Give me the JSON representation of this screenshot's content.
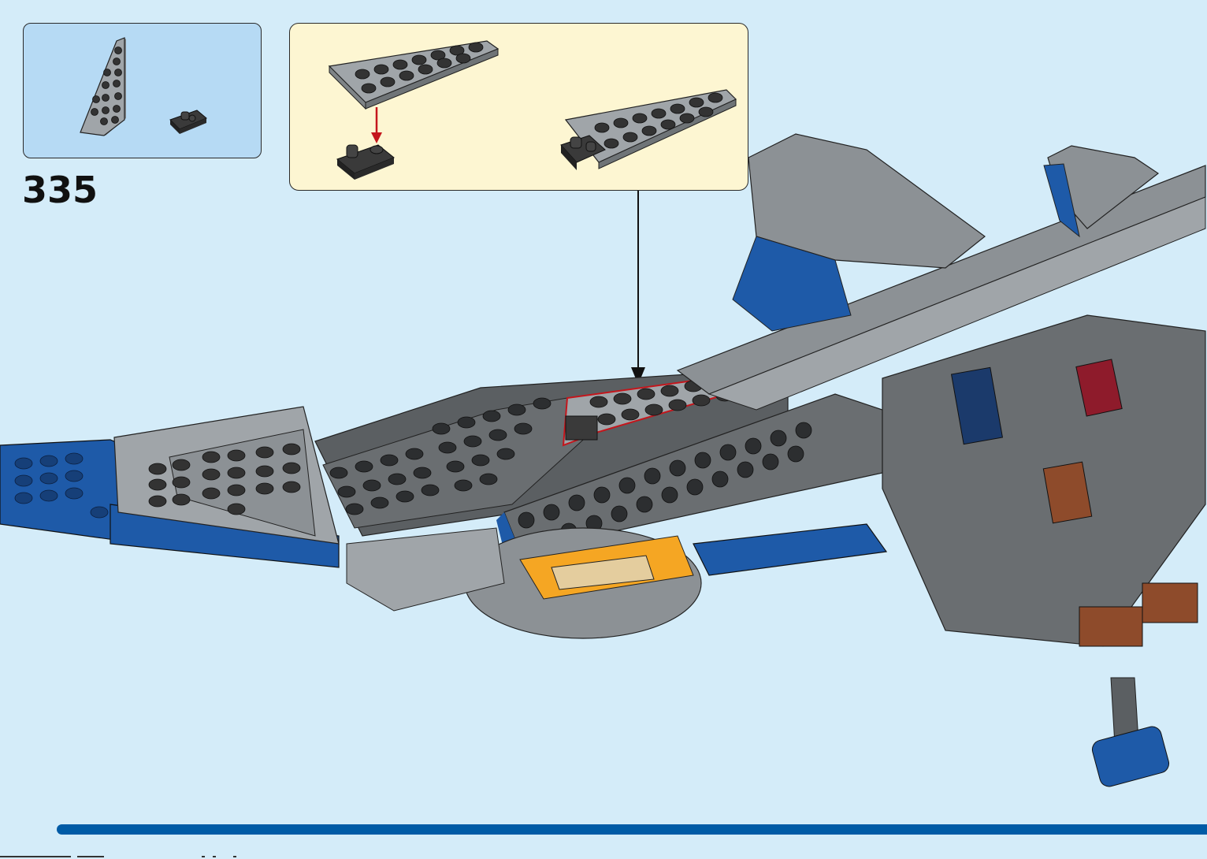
{
  "step": {
    "number": "335"
  },
  "parts_list": [
    {
      "name": "wedge-plate-left",
      "color": "#a0a5a9"
    },
    {
      "name": "plate-clip",
      "color": "#3a3a3a"
    }
  ],
  "colors": {
    "background": "#d4ecf9",
    "parts_box": "#b6daf4",
    "callout": "#fdf6d2",
    "highlight_outline": "#c4161c",
    "progress_bar": "#005ba6",
    "light_gray": "#a0a5a9",
    "dark_gray": "#5b5f62",
    "blue": "#1e5aa8",
    "tan": "#e4cd9e",
    "orange": "#f5a623",
    "reddish_brown": "#8e4b2b"
  },
  "progress": {
    "fraction": 0.97
  }
}
